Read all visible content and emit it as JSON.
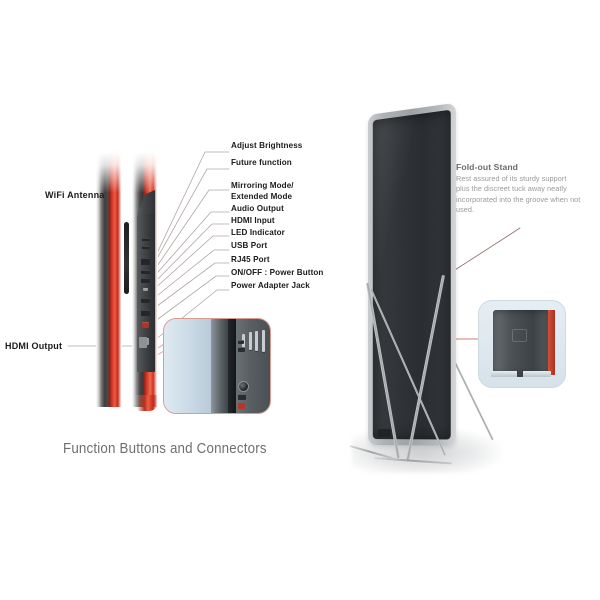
{
  "background_color": "#ffffff",
  "accent_colors": {
    "device_red": "#d63c2b",
    "device_dark": "#3a3d41",
    "frame_silver": "#aeb2b5",
    "inset_border_left": "#d99b92",
    "inset_border_right": "#cfd9e0",
    "leader_line": "#b0a6a4",
    "label_text": "#1b1b1b",
    "caption_text": "#6f6f6f",
    "body_text": "#9a9a9a"
  },
  "caption": {
    "text": "Function Buttons and Connectors"
  },
  "side_labels": {
    "wifi_antenna": "WiFi Antenna",
    "hdmi_output": "HDMI Output"
  },
  "callouts": [
    {
      "label": "Adjust Brightness"
    },
    {
      "label": "Future function"
    },
    {
      "label": "Mirroring Mode/",
      "label_line2": "Extended Mode"
    },
    {
      "label": "Audio Output"
    },
    {
      "label": "HDMI Input"
    },
    {
      "label": "LED Indicator"
    },
    {
      "label": "USB Port"
    },
    {
      "label": "RJ45 Port"
    },
    {
      "label": "ON/OFF : Power Button"
    },
    {
      "label": "Power Adapter Jack"
    }
  ],
  "stand_feature": {
    "title": "Fold-out Stand",
    "body": "Rest assured of its sturdy support plus the discreet tuck away neatly incorporated into the groove when not used."
  },
  "insets": {
    "left": {
      "name": "connector-panel-closeup"
    },
    "right": {
      "name": "stand-groove-closeup"
    }
  },
  "product": {
    "name": "portable-led-poster-display",
    "screen_name": "led-screen",
    "stand_name": "fold-out-stand"
  }
}
